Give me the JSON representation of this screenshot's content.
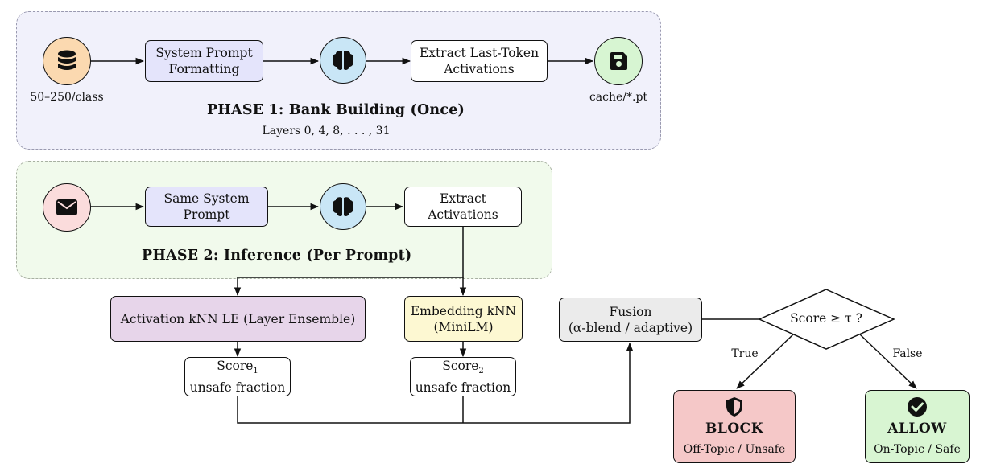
{
  "phase1": {
    "title": "PHASE 1: Bank Building (Once)",
    "subtitle": "Layers 0, 4, 8, . . . , 31",
    "nodes": {
      "database_label": "50–250/class",
      "prompt_line1": "System Prompt",
      "prompt_line2": "Formatting",
      "extract_line1": "Extract Last-Token",
      "extract_line2": "Activations",
      "cache_label": "cache/*.pt"
    }
  },
  "phase2": {
    "title": "PHASE 2: Inference (Per Prompt)",
    "nodes": {
      "prompt_line1": "Same System",
      "prompt_line2": "Prompt",
      "extract_line1": "Extract",
      "extract_line2": "Activations"
    }
  },
  "scoring": {
    "activation_knn": "Activation kNN LE (Layer Ensemble)",
    "embedding_line1": "Embedding kNN",
    "embedding_line2": "(MiniLM)",
    "score1_main": "Score",
    "score1_sub": "1",
    "score1_line2": "unsafe fraction",
    "score2_main": "Score",
    "score2_sub": "2",
    "score2_line2": "unsafe fraction"
  },
  "fusion": {
    "line1": "Fusion",
    "line2": "(α-blend / adaptive)"
  },
  "decision": {
    "text": "Score ≥ τ ?",
    "true_label": "True",
    "false_label": "False"
  },
  "outcomes": {
    "block_label": "BLOCK",
    "block_sub": "Off-Topic / Unsafe",
    "allow_label": "ALLOW",
    "allow_sub": "On-Topic / Safe"
  },
  "colors": {
    "database": "#fbd9b0",
    "prompt": "#e4e4fb",
    "brain": "#c9e6f6",
    "save": "#d7f5d2",
    "email": "#fbdcdc",
    "activation_knn": "#e7d5ea",
    "embedding_knn": "#fdf8d2",
    "fusion": "#ebebeb",
    "block": "#f5c8c8",
    "allow": "#d8f5d2"
  },
  "icons": [
    "database-icon",
    "brain-icon",
    "save-icon",
    "envelope-icon",
    "shield-icon",
    "check-circle-icon"
  ]
}
